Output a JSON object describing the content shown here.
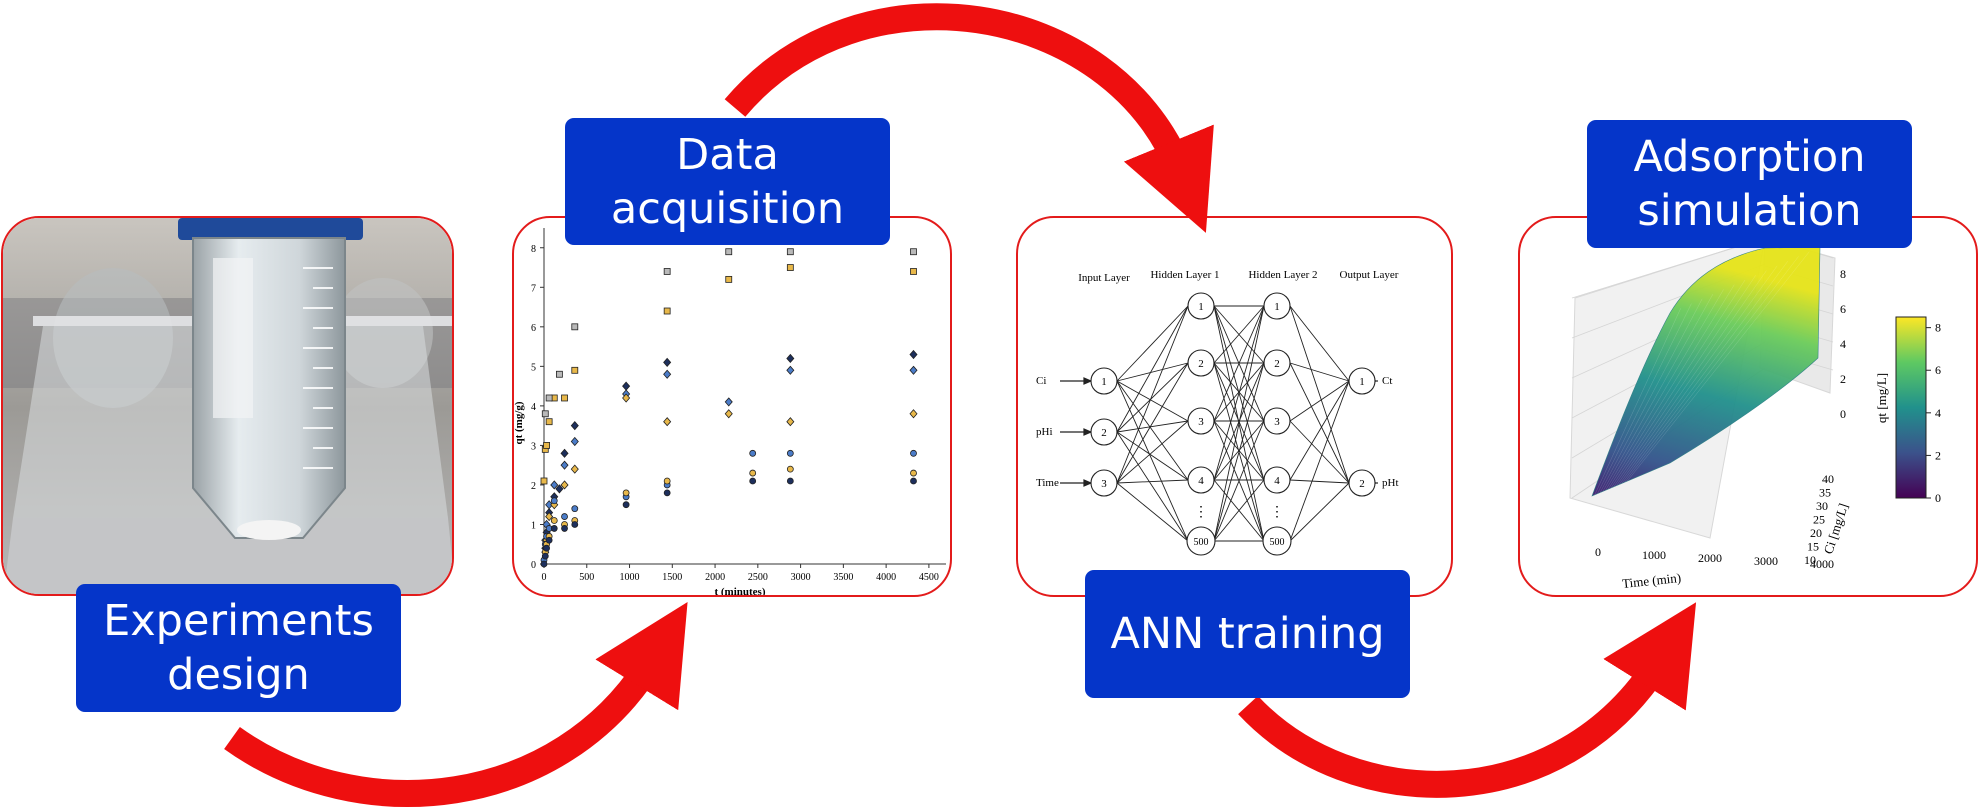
{
  "labels": {
    "experiments": "Experiments\ndesign",
    "acquisition": "Data\nacquisition",
    "training": "ANN training",
    "simulation": "Adsorption\nsimulation"
  },
  "colors": {
    "arrow": "#ee0f0f",
    "label_bg": "#0535c9",
    "panel_border": "#e31b1b"
  },
  "scatter": {
    "ylabel": "qt (mg/g)",
    "xlabel": "t  (minutes)",
    "xticks": [
      "0",
      "500",
      "1000",
      "1500",
      "2000",
      "2500",
      "3000",
      "3500",
      "4000",
      "4500"
    ],
    "yticks": [
      "0",
      "1",
      "2",
      "3",
      "4",
      "5",
      "6",
      "7",
      "8"
    ]
  },
  "ann": {
    "layer_titles": [
      "Input Layer",
      "Hidden Layer 1",
      "Hidden Layer 2",
      "Output Layer"
    ],
    "inputs": [
      "Ci",
      "pHi",
      "Time"
    ],
    "outputs": [
      "Ct",
      "pHt"
    ],
    "input_nodes": [
      "1",
      "2",
      "3"
    ],
    "hidden_nodes": [
      "1",
      "2",
      "3",
      "4",
      "500"
    ],
    "output_nodes": [
      "1",
      "2"
    ],
    "ellipsis": "⋮"
  },
  "surface": {
    "zlabel": "qt [mg/L]",
    "zticks": [
      "0",
      "2",
      "4",
      "6",
      "8"
    ],
    "xlabel": "Time (min)",
    "xticks": [
      "0",
      "1000",
      "2000",
      "3000",
      "4000"
    ],
    "ylabel": "Ci [mg/L]",
    "yticks": [
      "10",
      "15",
      "20",
      "25",
      "30",
      "35",
      "40"
    ],
    "cbar_ticks": [
      "0",
      "2",
      "4",
      "6",
      "8"
    ]
  },
  "chart_data": {
    "type": "scatter",
    "title": "",
    "xlabel": "t  (minutes)",
    "ylabel": "qt (mg/g)",
    "xlim": [
      0,
      4700
    ],
    "ylim": [
      0,
      8.5
    ],
    "series": [
      {
        "marker": "square-gold",
        "points": [
          [
            0,
            2.1
          ],
          [
            15,
            2.9
          ],
          [
            30,
            3.0
          ],
          [
            60,
            3.6
          ],
          [
            120,
            4.2
          ],
          [
            240,
            4.2
          ],
          [
            360,
            4.9
          ],
          [
            1440,
            6.4
          ],
          [
            2160,
            7.2
          ],
          [
            2880,
            7.5
          ],
          [
            4320,
            7.4
          ]
        ]
      },
      {
        "marker": "square-gray",
        "points": [
          [
            15,
            3.8
          ],
          [
            60,
            4.2
          ],
          [
            180,
            4.8
          ],
          [
            360,
            6.0
          ],
          [
            1440,
            7.4
          ],
          [
            2160,
            7.9
          ],
          [
            2880,
            7.9
          ],
          [
            4320,
            7.9
          ]
        ]
      },
      {
        "marker": "diamond-navy",
        "points": [
          [
            15,
            0.4
          ],
          [
            30,
            0.8
          ],
          [
            60,
            1.3
          ],
          [
            120,
            1.7
          ],
          [
            180,
            1.9
          ],
          [
            240,
            2.8
          ],
          [
            360,
            3.5
          ],
          [
            960,
            4.5
          ],
          [
            1440,
            5.1
          ],
          [
            2880,
            5.2
          ],
          [
            4320,
            5.3
          ]
        ]
      },
      {
        "marker": "diamond-blue",
        "points": [
          [
            15,
            0.6
          ],
          [
            30,
            1.0
          ],
          [
            60,
            1.5
          ],
          [
            120,
            2.0
          ],
          [
            240,
            2.5
          ],
          [
            360,
            3.1
          ],
          [
            960,
            4.3
          ],
          [
            1440,
            4.8
          ],
          [
            2160,
            4.1
          ],
          [
            2880,
            4.9
          ],
          [
            4320,
            4.9
          ]
        ]
      },
      {
        "marker": "diamond-gold",
        "points": [
          [
            15,
            0.3
          ],
          [
            30,
            0.6
          ],
          [
            60,
            1.2
          ],
          [
            120,
            1.5
          ],
          [
            240,
            2.0
          ],
          [
            360,
            2.4
          ],
          [
            960,
            4.2
          ],
          [
            1440,
            3.6
          ],
          [
            2160,
            3.8
          ],
          [
            2880,
            3.6
          ],
          [
            4320,
            3.8
          ]
        ]
      },
      {
        "marker": "circle-blue",
        "points": [
          [
            0,
            0.1
          ],
          [
            15,
            0.5
          ],
          [
            30,
            0.7
          ],
          [
            60,
            0.9
          ],
          [
            120,
            1.6
          ],
          [
            240,
            1.2
          ],
          [
            360,
            1.4
          ],
          [
            960,
            1.7
          ],
          [
            1440,
            2.0
          ],
          [
            2440,
            2.8
          ],
          [
            2880,
            2.8
          ],
          [
            4320,
            2.8
          ]
        ]
      },
      {
        "marker": "circle-gold",
        "points": [
          [
            15,
            0.3
          ],
          [
            30,
            0.5
          ],
          [
            60,
            0.7
          ],
          [
            120,
            1.1
          ],
          [
            240,
            1.0
          ],
          [
            360,
            1.1
          ],
          [
            960,
            1.8
          ],
          [
            1440,
            2.1
          ],
          [
            2440,
            2.3
          ],
          [
            2880,
            2.4
          ],
          [
            4320,
            2.3
          ]
        ]
      },
      {
        "marker": "circle-navy",
        "points": [
          [
            0,
            0
          ],
          [
            15,
            0.2
          ],
          [
            30,
            0.4
          ],
          [
            60,
            0.6
          ],
          [
            120,
            0.9
          ],
          [
            240,
            0.9
          ],
          [
            360,
            1.0
          ],
          [
            960,
            1.5
          ],
          [
            1440,
            1.8
          ],
          [
            2440,
            2.1
          ],
          [
            2880,
            2.1
          ],
          [
            4320,
            2.1
          ]
        ]
      }
    ]
  }
}
